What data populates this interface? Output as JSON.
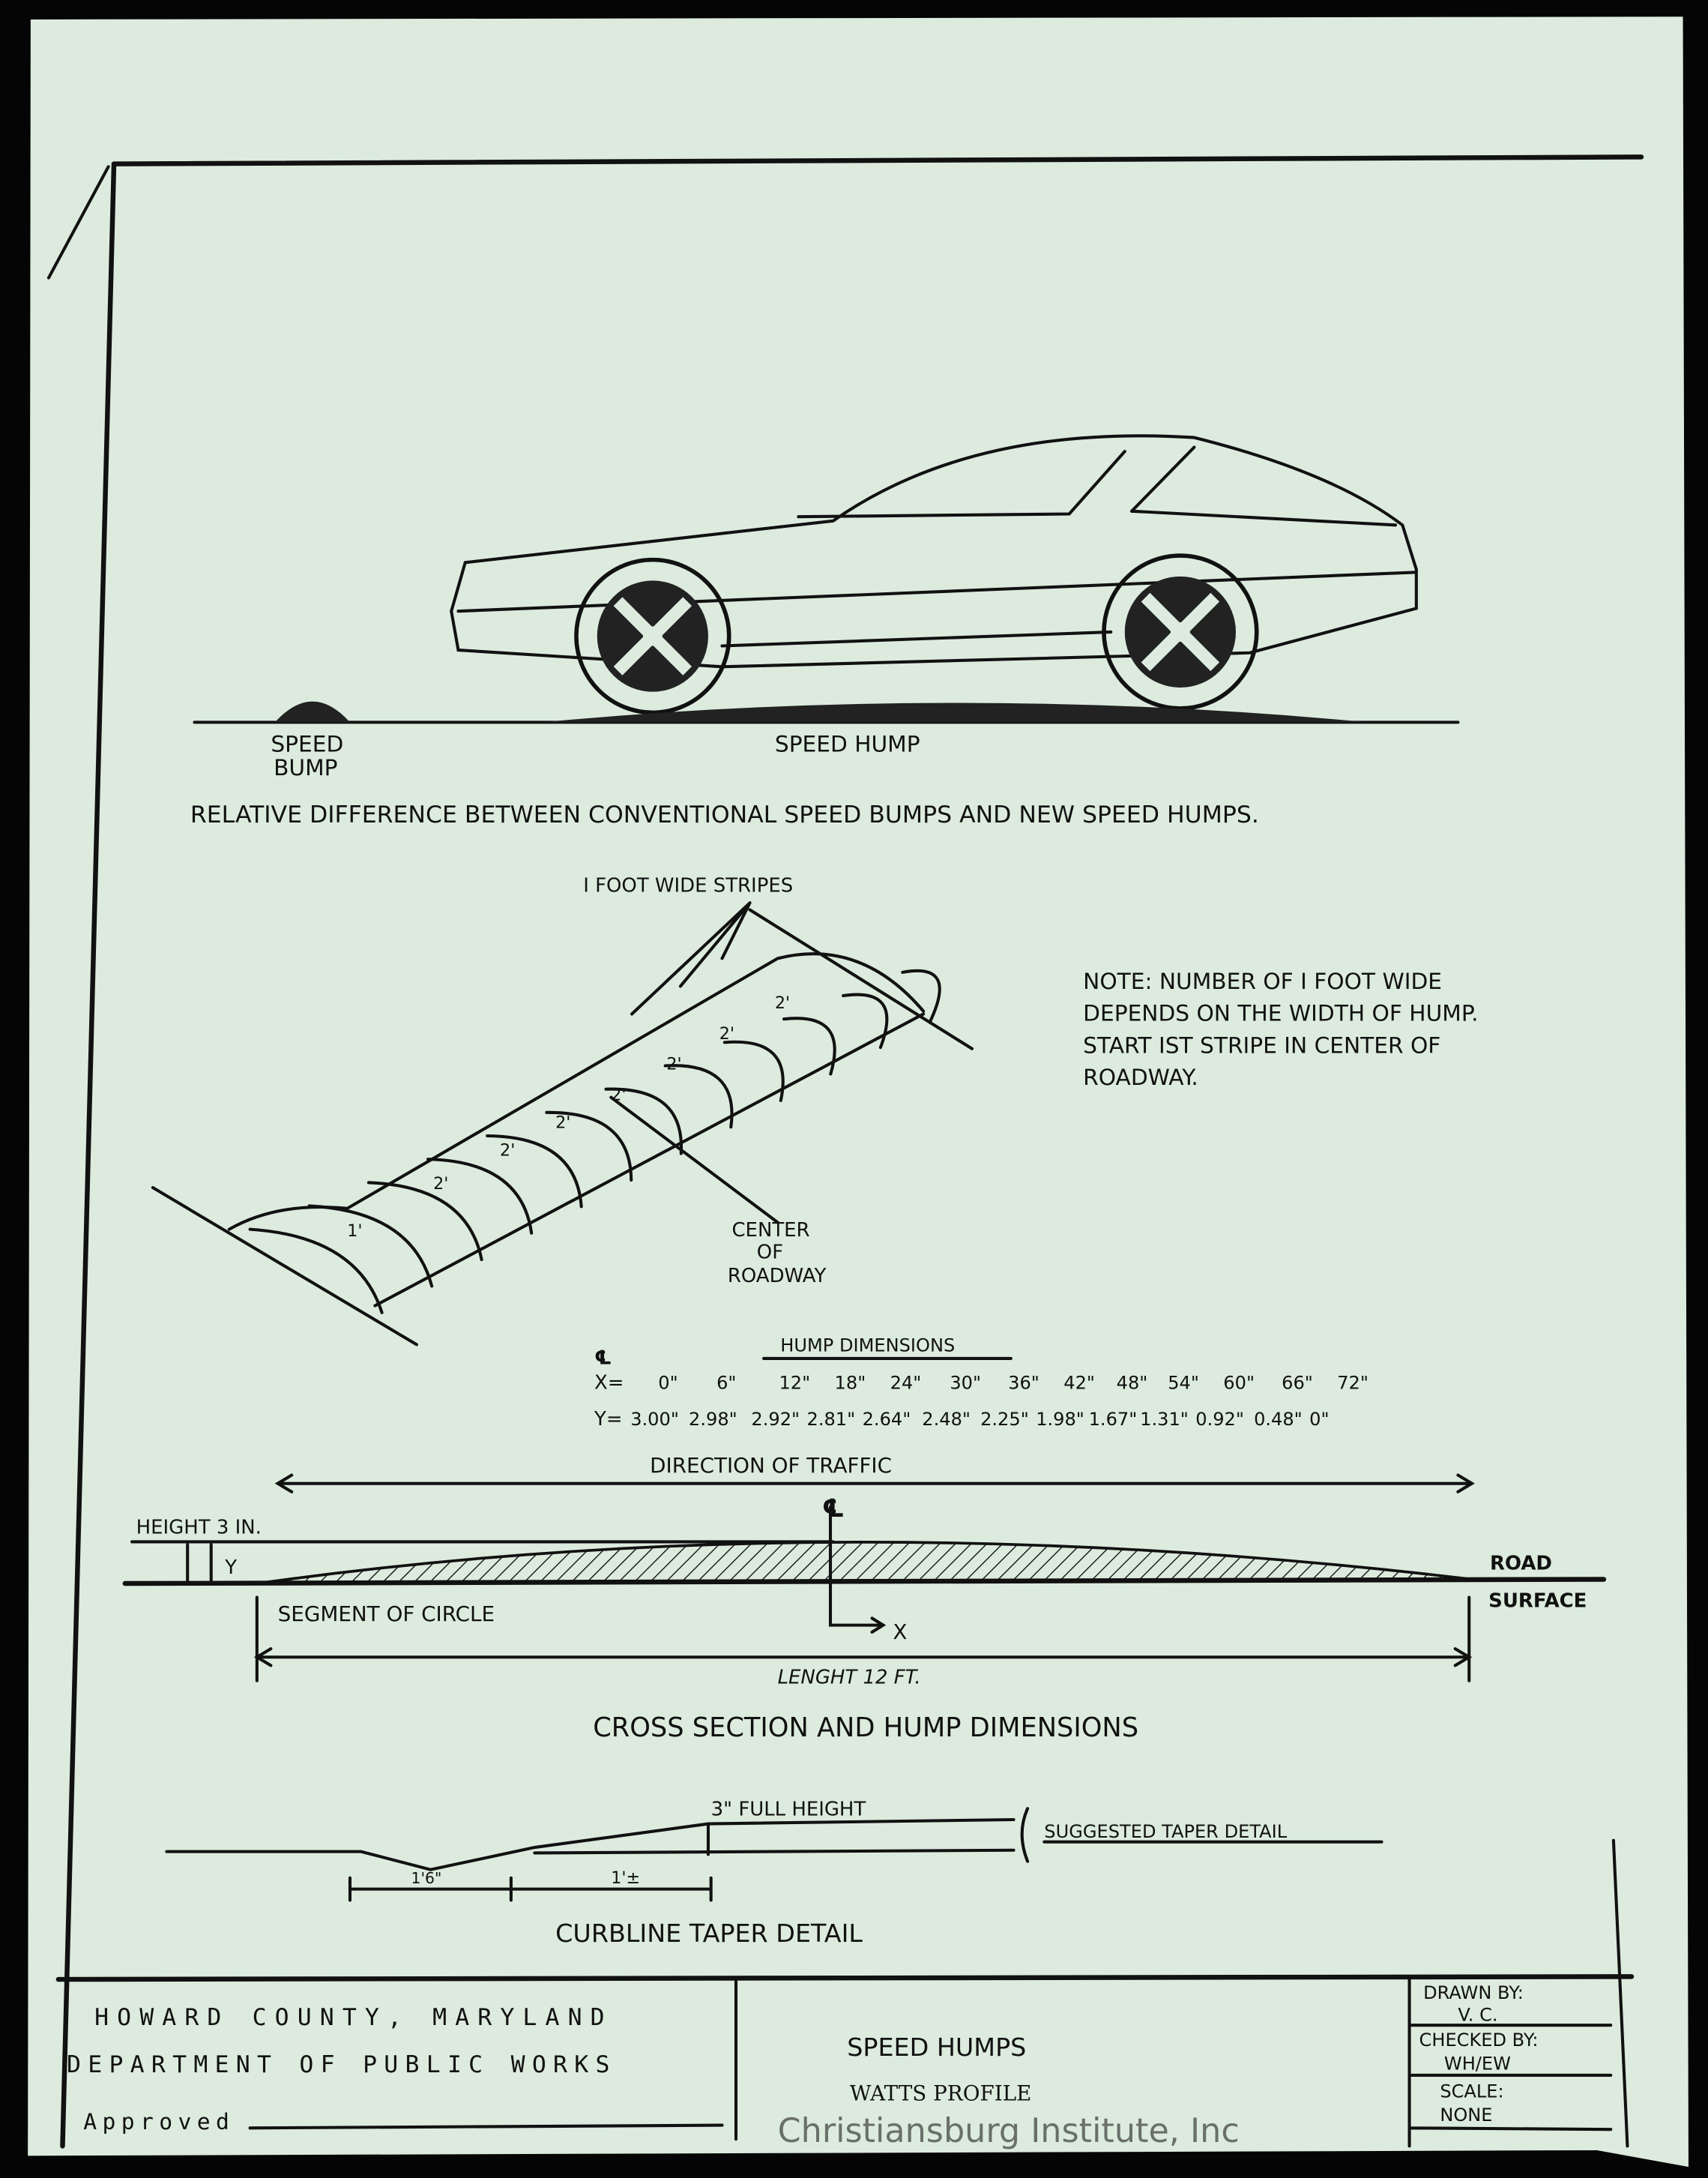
{
  "colors": {
    "paper": "#dcebdd",
    "ink": "#111111",
    "background": "#050505"
  },
  "diagram1": {
    "speed_bump_label": [
      "SPEED",
      "BUMP"
    ],
    "speed_hump_label": "SPEED HUMP",
    "caption": "RELATIVE DIFFERENCE BETWEEN CONVENTIONAL SPEED BUMPS AND NEW SPEED HUMPS."
  },
  "diagram2": {
    "stripes_label": "I FOOT WIDE STRIPES",
    "note": [
      "NOTE: NUMBER OF I FOOT WIDE",
      "DEPENDS ON THE WIDTH OF HUMP.",
      "START IST STRIPE IN CENTER OF",
      "ROADWAY."
    ],
    "center_label": [
      "CENTER",
      "OF",
      "ROADWAY"
    ],
    "stripe_marks": [
      "1'",
      "2'"
    ]
  },
  "dimensions": {
    "centerline_symbol": "℄",
    "title": "HUMP DIMENSIONS",
    "x_label": "X=",
    "y_label": "Y=",
    "x_values": [
      "0\"",
      "6\"",
      "12\"",
      "18\"",
      "24\"",
      "30\"",
      "36\"",
      "42\"",
      "48\"",
      "54\"",
      "60\"",
      "66\"",
      "72\""
    ],
    "y_values": [
      "3.00\"",
      "2.98\"",
      "2.92\"",
      "2.81\"",
      "2.64\"",
      "2.48\"",
      "2.25\"",
      "1.98\"",
      "1.67\"",
      "1.31\"",
      "0.92\"",
      "0.48\"",
      "0\""
    ]
  },
  "cross_section": {
    "direction": "DIRECTION OF TRAFFIC",
    "centerline": "℄",
    "height": "HEIGHT 3 IN.",
    "y_axis": "Y",
    "x_axis": "X",
    "road": "ROAD",
    "surface": "SURFACE",
    "segment": "SEGMENT OF CIRCLE",
    "length": "LENGHT 12 FT.",
    "caption": "CROSS SECTION AND HUMP DIMENSIONS"
  },
  "taper": {
    "full_height": "3\" FULL HEIGHT",
    "suggested": "SUGGESTED TAPER DETAIL",
    "dim1": "1'6\"",
    "dim2": "1'±",
    "caption": "CURBLINE TAPER DETAIL"
  },
  "title_block": {
    "org_line1": "HOWARD COUNTY, MARYLAND",
    "org_line2": "DEPARTMENT OF PUBLIC WORKS",
    "approved": "Approved",
    "title": "SPEED HUMPS",
    "subtitle": "WATTS PROFILE",
    "drawn_by_label": "DRAWN BY:",
    "drawn_by": "V. C.",
    "checked_by_label": "CHECKED BY:",
    "checked_by": "WH/EW",
    "scale_label": "SCALE:",
    "scale": "NONE"
  },
  "watermark": "Christiansburg Institute, Inc"
}
